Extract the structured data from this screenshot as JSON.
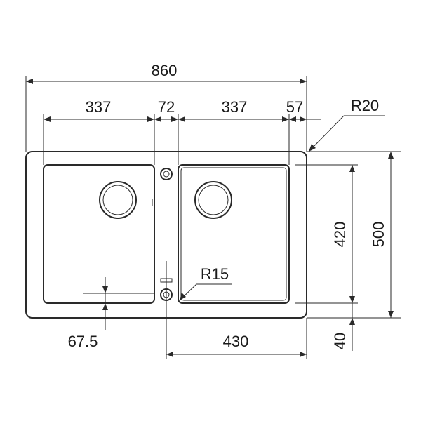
{
  "dimensions": {
    "overall_width": "860",
    "left_bowl_width": "337",
    "divider_width": "72",
    "right_bowl_width": "337",
    "right_rim": "57",
    "corner_radius_outer": "R20",
    "bowl_depth": "420",
    "overall_depth": "500",
    "corner_radius_inner": "R15",
    "drain_offset": "67.5",
    "overflow_to_edge": "430",
    "front_rim": "40"
  }
}
